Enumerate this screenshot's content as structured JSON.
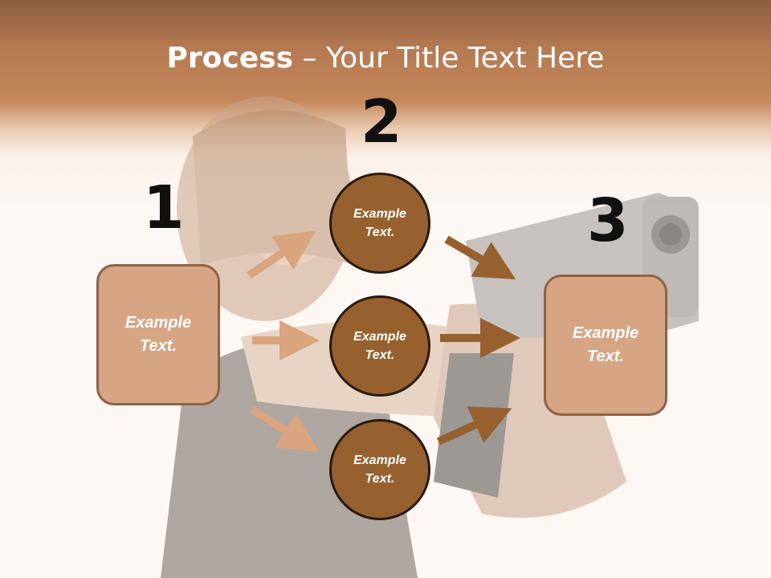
{
  "title": {
    "bold": "Process",
    "rest": " – Your Title Text Here"
  },
  "steps": [
    {
      "number": "1",
      "label": "Example\nText."
    },
    {
      "number": "2",
      "items": [
        "Example\nText.",
        "Example\nText.",
        "Example\nText."
      ]
    },
    {
      "number": "3",
      "label": "Example\nText."
    }
  ],
  "colors": {
    "title_band": "#c4865a",
    "box_fill": "#d6a584",
    "box_border": "#8e6244",
    "circle_fill": "#96612f",
    "arrow_light": "#d9a47e",
    "arrow_dark": "#96612f"
  }
}
